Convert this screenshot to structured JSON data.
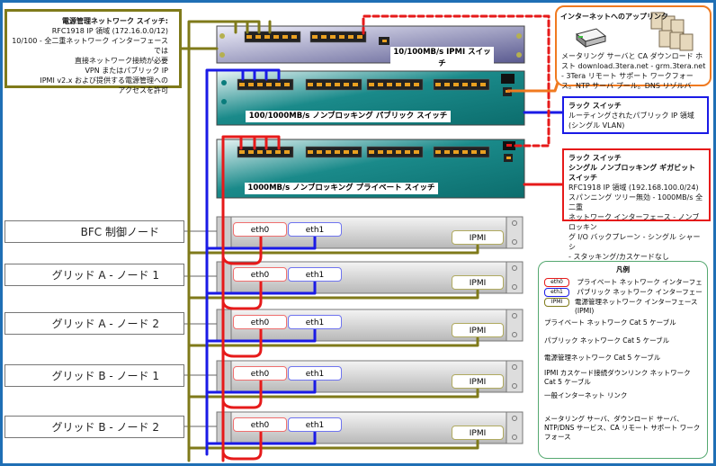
{
  "power_switch_note": {
    "title": "電源管理ネットワーク スイッチ:",
    "lines": [
      "RFC1918 IP 領域 (172.16.0.0/12)",
      "10/100 - 全二重ネットワーク インターフェースでは",
      "直接ネットワーク接続が必要",
      "VPN またはパブリック IP",
      "IPMI v2.x および提供する電源管理への",
      "アクセスを許可"
    ]
  },
  "internet_uplink": {
    "title": "インターネットへのアップリンク",
    "description": "メータリング サーバと CA ダウンロード ホスト download.3tera.net - grm.3tera.net - 3Tera リモート サポート ワークフォース。NTP サーバ プール。DNS リゾルバ"
  },
  "public_note": {
    "title": "ラック スイッチ",
    "lines": [
      "ルーティングされたパブリック IP 領域",
      "(シングル VLAN)"
    ]
  },
  "private_note": {
    "title": "ラック スイッチ",
    "subtitle": "シングル ノンブロッキング ギガビット スイッチ",
    "lines": [
      "RFC1918 IP 領域 (192.168.100.0/24)",
      "スパンニング ツリー無効 - 1000MB/s 全二重",
      "ネットワーク インターフェース - ノンブロッキン",
      "グ I/O バックプレーン - シングル シャーシ",
      "- スタッキング/カスケードなし"
    ]
  },
  "switches": {
    "ipmi": "10/100MB/s IPMI スイッチ",
    "public": "100/1000MB/s ノンブロッキング パブリック スイッチ",
    "private": "1000MB/s ノンブロッキング プライベート スイッチ"
  },
  "nodes": [
    {
      "label": "BFC 制御ノード",
      "eth0": "eth0",
      "eth1": "eth1",
      "ipmi": "IPMI"
    },
    {
      "label": "グリッド A - ノード 1",
      "eth0": "eth0",
      "eth1": "eth1",
      "ipmi": "IPMI"
    },
    {
      "label": "グリッド A - ノード 2",
      "eth0": "eth0",
      "eth1": "eth1",
      "ipmi": "IPMI"
    },
    {
      "label": "グリッド B - ノード 1",
      "eth0": "eth0",
      "eth1": "eth1",
      "ipmi": "IPMI"
    },
    {
      "label": "グリッド B - ノード 2",
      "eth0": "eth0",
      "eth1": "eth1",
      "ipmi": "IPMI"
    }
  ],
  "legend": {
    "title": "凡例",
    "items": [
      {
        "pill": "eth0",
        "text": "プライベート ネットワーク インターフェース"
      },
      {
        "pill": "eth1",
        "text": "パブリック ネットワーク インターフェース"
      },
      {
        "pill": "IPMI",
        "text": "電源管理ネットワーク インターフェース (IPMI)"
      },
      {
        "text": "プライベート ネットワーク Cat 5 ケーブル"
      },
      {
        "text": "パブリック ネットワーク Cat 5 ケーブル"
      },
      {
        "text": "電源管理ネットワーク Cat 5 ケーブル"
      },
      {
        "text": "IPMI カスケード接続ダウンリンク ネットワーク Cat 5 ケーブル"
      },
      {
        "text": "一般インターネット リンク"
      },
      {
        "text": "メータリング サーバ、ダウンロード サーバ、NTP/DNS サービス、CA リモート サポート ワークフォース"
      }
    ]
  },
  "colors": {
    "frame": "#1f6fb5",
    "private": "#e61a1a",
    "public": "#1a1ae6",
    "power": "#7f7a1a",
    "internet": "#f07a20",
    "legend_border": "#55a870"
  }
}
